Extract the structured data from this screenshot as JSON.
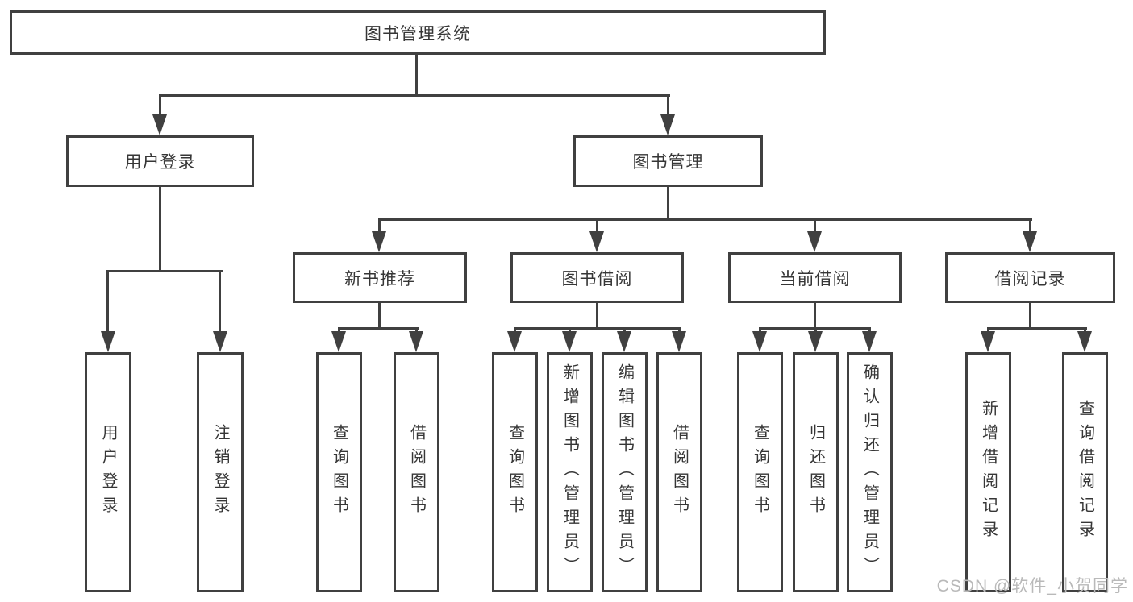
{
  "diagram_type": "hierarchy-chart",
  "tree": {
    "root": {
      "label": "图书管理系统"
    },
    "branches": [
      {
        "label": "用户登录",
        "children": [
          {
            "label": "用户登录"
          },
          {
            "label": "注销登录"
          }
        ]
      },
      {
        "label": "图书管理",
        "children": [
          {
            "label": "新书推荐",
            "children": [
              {
                "label": "查询图书"
              },
              {
                "label": "借阅图书"
              }
            ]
          },
          {
            "label": "图书借阅",
            "children": [
              {
                "label": "查询图书"
              },
              {
                "label": "新增图书（管理员）"
              },
              {
                "label": "编辑图书（管理员）"
              },
              {
                "label": "借阅图书"
              }
            ]
          },
          {
            "label": "当前借阅",
            "children": [
              {
                "label": "查询图书"
              },
              {
                "label": "归还图书"
              },
              {
                "label": "确认归还（管理员）"
              }
            ]
          },
          {
            "label": "借阅记录",
            "children": [
              {
                "label": "新增借阅记录"
              },
              {
                "label": "查询借阅记录"
              }
            ]
          }
        ]
      }
    ]
  },
  "watermark": {
    "text": "CSDN @软件_小贺同学"
  },
  "colors": {
    "line": "#404040",
    "text": "#363636",
    "box_background": "#ffffff",
    "watermark": "#b9b9b9"
  }
}
